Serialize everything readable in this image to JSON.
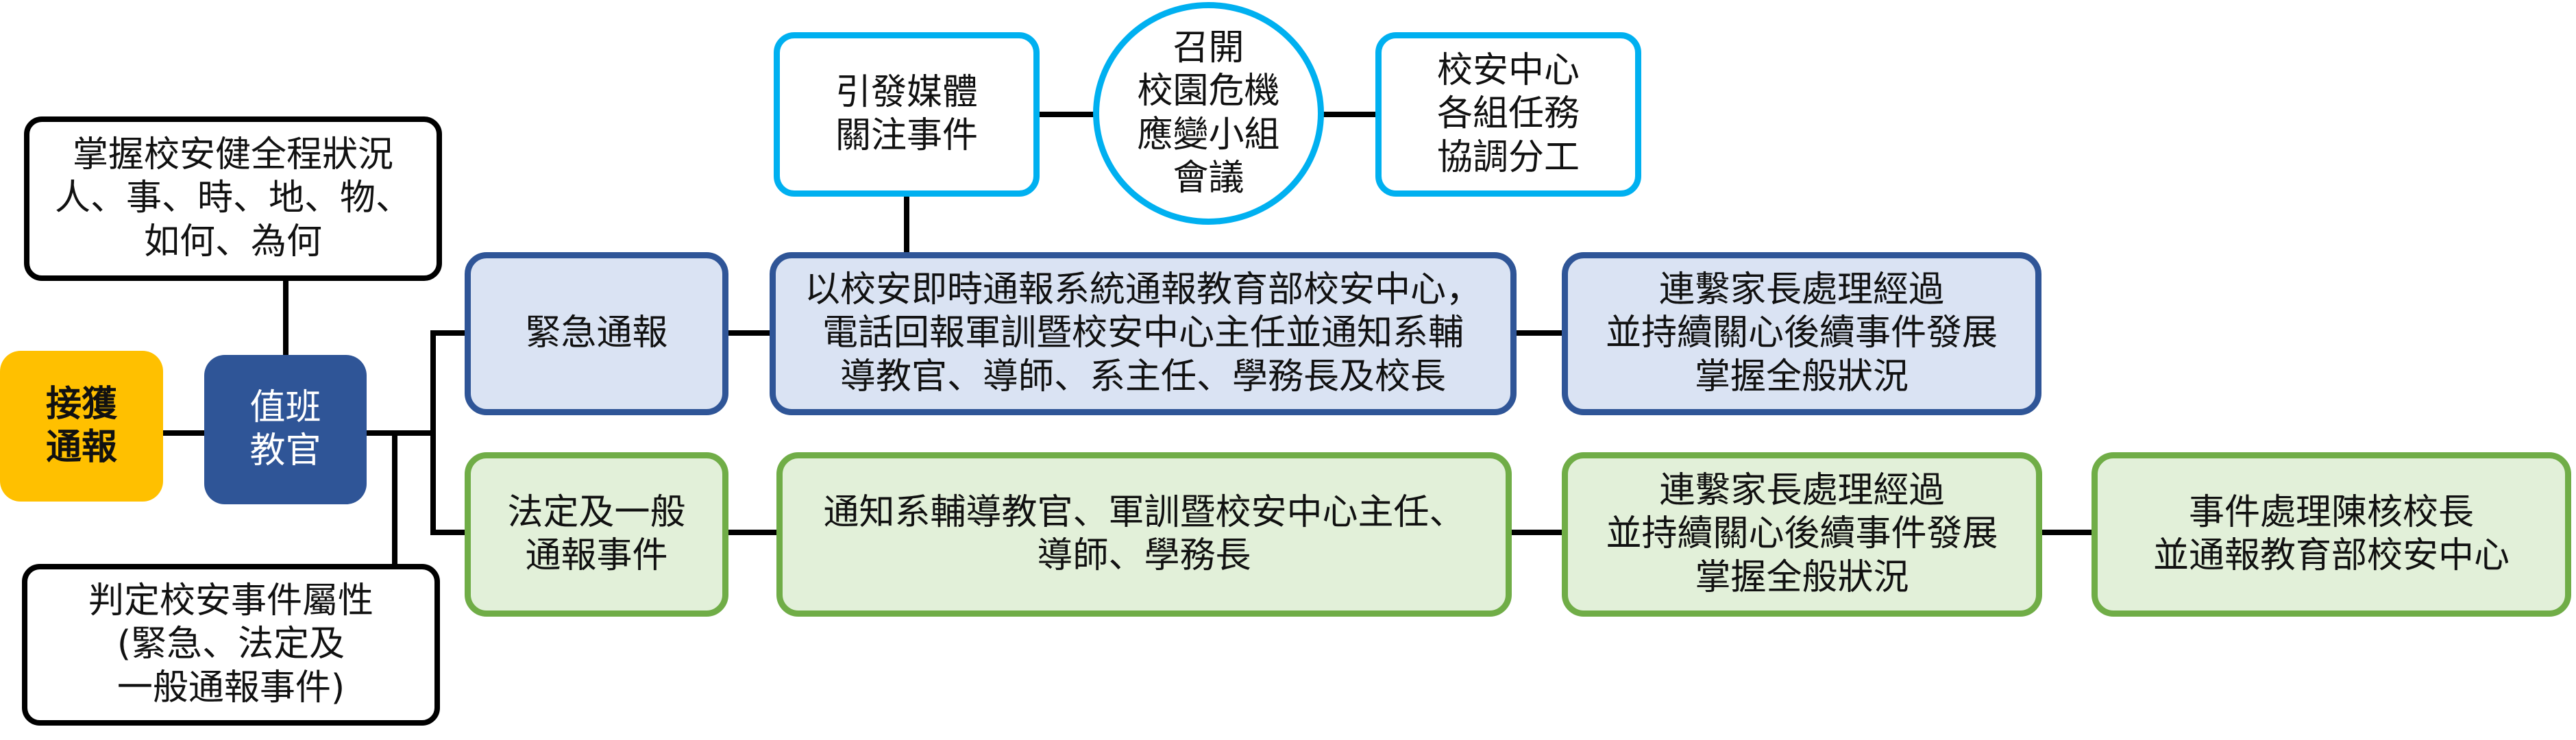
{
  "colors": {
    "start_fill": "#ffc000",
    "officer_fill": "#2f5597",
    "emergency_border": "#2f5597",
    "emergency_fill": "#dae3f3",
    "general_border": "#70ad47",
    "general_fill": "#e2f0d9",
    "meeting_border": "#00b0f0",
    "info_border": "#000000"
  },
  "nodes": {
    "receive_report": "接獲\n通報",
    "duty_officer": "值班\n教官",
    "grasp_status": "掌握校安健全程狀況\n人、事、時、地、物、\n如何、為何",
    "determine_attribute": "判定校安事件屬性\n(緊急、法定及\n一般通報事件)",
    "emergency_report": "緊急通報",
    "emergency_action": "以校安即時通報系統通報教育部校安中心，\n電話回報軍訓暨校安中心主任並通知系輔\n導教官、導師、系主任、學務長及校長",
    "emergency_followup": "連繫家長處理經過\n並持續關心後續事件發展\n掌握全般狀況",
    "media_attention": "引發媒體\n關注事件",
    "crisis_meeting": "召開\n校園危機\n應變小組\n會議",
    "task_coordination": "校安中心\n各組任務\n協調分工",
    "general_report": "法定及一般\n通報事件",
    "general_action": "通知系輔導教官、軍訓暨校安中心主任、\n導師、學務長",
    "general_followup": "連繫家長處理經過\n並持續關心後續事件發展\n掌握全般狀況",
    "final_report": "事件處理陳核校長\n並通報教育部校安中心"
  }
}
